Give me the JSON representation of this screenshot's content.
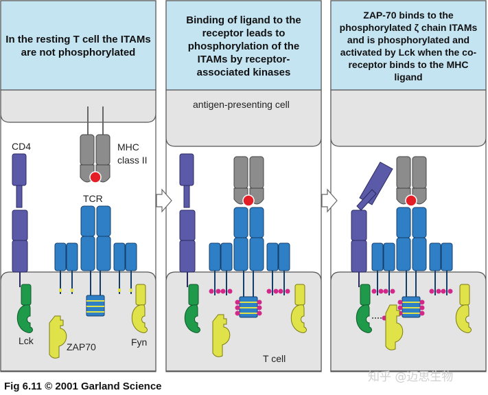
{
  "panels": [
    {
      "title": "In the resting T cell the ITAMs are not phosphorylated"
    },
    {
      "title": "Binding of ligand to the receptor leads to phosphorylation of the ITAMs by receptor-associated kinases"
    },
    {
      "title": "ZAP-70 binds to the phosphorylated ζ chain ITAMs and is phosphorylated and activated by Lck when the co-receptor binds to the MHC ligand"
    }
  ],
  "labels": {
    "cd4": "CD4",
    "mhc": "MHC\nclass II",
    "tcr": "TCR",
    "lck": "Lck",
    "zap70": "ZAP70",
    "fyn": "Fyn",
    "apc": "antigen-presenting cell",
    "tcell": "T cell"
  },
  "caption": "Fig 6.11  © 2001 Garland Science",
  "watermark": "知乎 @迈思生物",
  "colors": {
    "header": "#c5e4f2",
    "membrane": "#e6e6e6",
    "cd4": "#5a5aa8",
    "mhc": "#8c8c8c",
    "tcr": "#2f7fc6",
    "lck": "#1f9a4a",
    "kinase": "#e0e24a",
    "ligand": "#e31e26",
    "phospho": "#d2288a"
  }
}
